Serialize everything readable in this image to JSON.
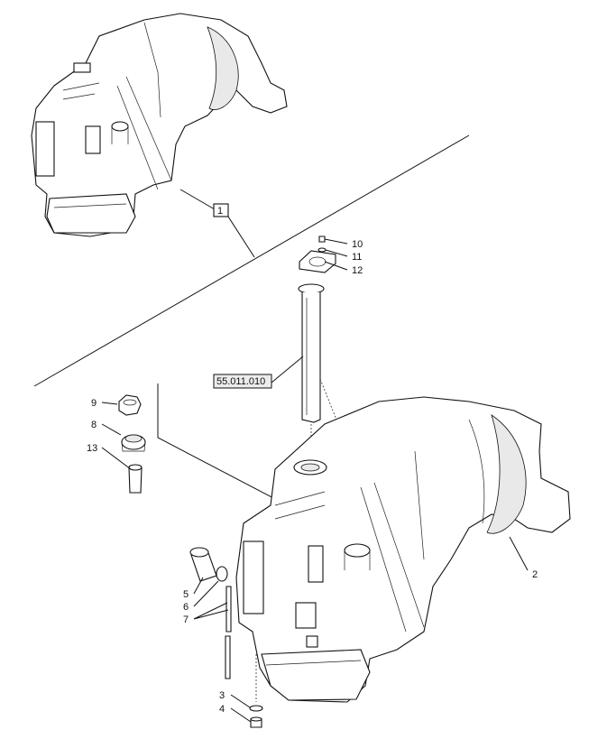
{
  "callouts": {
    "item_1": "1",
    "item_2": "2",
    "item_3": "3",
    "item_4": "4",
    "item_5": "5",
    "item_6": "6",
    "item_7": "7",
    "item_8": "8",
    "item_9": "9",
    "item_10": "10",
    "item_11": "11",
    "item_12": "12",
    "item_13": "13"
  },
  "reference": {
    "section_ref": "55.011.010"
  }
}
